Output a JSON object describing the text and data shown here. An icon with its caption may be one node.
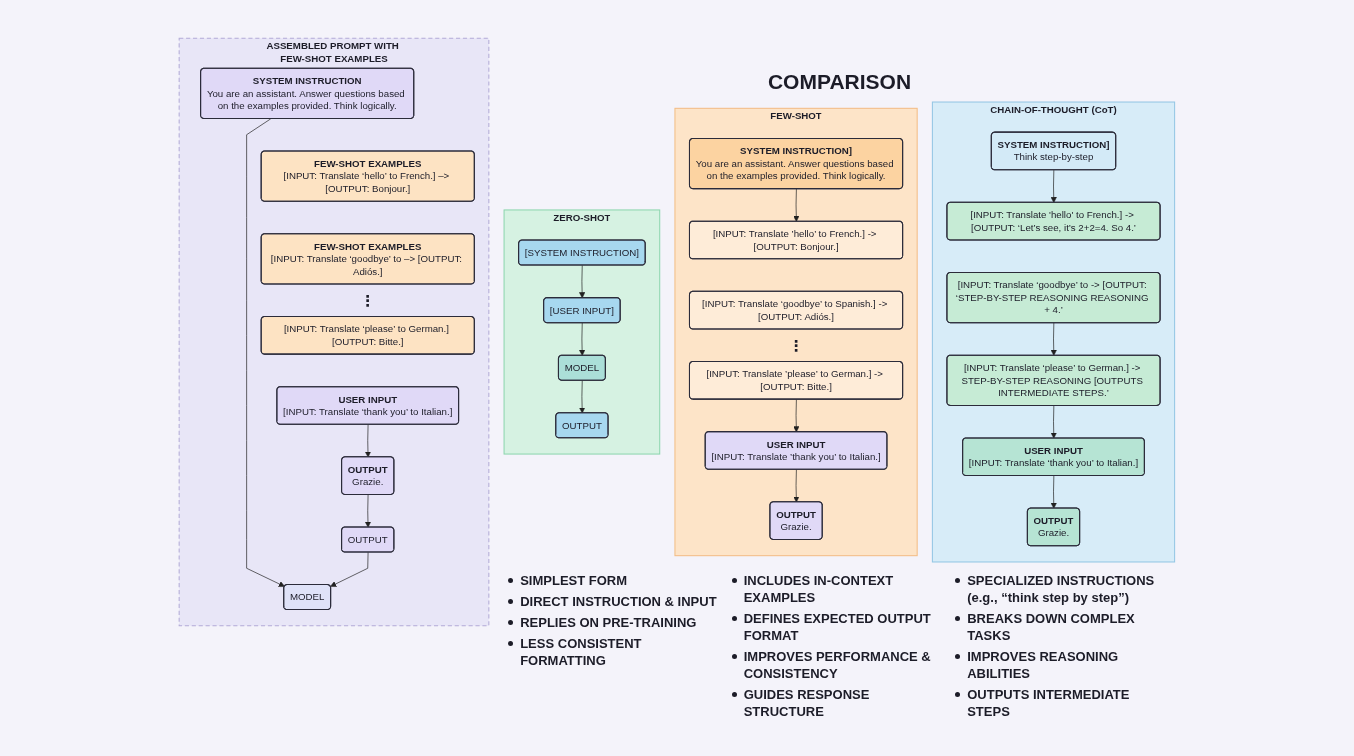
{
  "diagram": {
    "nodes": [
      {
        "text": [
          "ASSEMBLED PROMPT WITH FEW-SHOT EXAMPLES"
        ]
      },
      {
        "text": [
          "SYSTEM INSTRUCTION",
          "You are an assistant. Answer questions based on the examples provided. Think logically."
        ],
        "in": 0
      },
      {
        "text": [
          "FEW-SHOT EXAMPLES",
          "[INPUT: Translate ‘hello’ to French.] –> [OUTPUT: Bonjour.]"
        ],
        "in": 0
      },
      {
        "text": [
          "FEW-SHOT EXAMPLES",
          "[INPUT: Translate ‘goodbye’ to –> [OUTPUT: Adiós.]"
        ],
        "in": 0
      },
      {
        "text": [
          "[INPUT: Translate ‘please’ to German.] [OUTPUT: Bitte.]"
        ],
        "in": 0
      },
      {
        "text": [
          "USER INPUT",
          "[INPUT: Translate ‘thank you’ to Italian.]"
        ],
        "in": 0
      },
      {
        "text": [
          "OUTPUT",
          "Grazie."
        ],
        "in": 0
      },
      {
        "text": [
          "MODEL"
        ],
        "in": 0
      },
      {
        "text": [
          "OUTPUT"
        ],
        "in": 0
      },
      {
        "text": [
          "ZERO-SHOT"
        ]
      },
      {
        "text": [
          "[SYSTEM INSTRUCTION]"
        ],
        "in": 9
      },
      {
        "text": [
          "[USER INPUT]"
        ],
        "in": 9
      },
      {
        "text": [
          "MODEL"
        ],
        "in": 9
      },
      {
        "text": [
          "OUTPUT"
        ],
        "in": 9
      },
      {
        "text": [
          "FEW-SHOT"
        ]
      },
      {
        "text": [
          "SYSTEM INSTRUCTION]",
          "You are an assistant. Answer questions based on the examples provided. Think logically."
        ],
        "in": 14
      },
      {
        "text": [
          "[INPUT: Translate ’hello’ to French.] -> [OUTPUT: Bonjour.]"
        ],
        "in": 14
      },
      {
        "text": [
          "[INPUT: Translate ‘goodbye’ to Spanish.] -> [OUTPUT: Adiós.]"
        ],
        "in": 14
      },
      {
        "text": [
          "[INPUT: Translate ’please’ to German.] -> [OUTPUT: Bitte.]"
        ],
        "in": 14
      },
      {
        "text": [
          "USER INPUT",
          "[INPUT: Translate ’thank you’ to Italian.]"
        ],
        "in": 14
      },
      {
        "text": [
          "OUTPUT",
          "Grazie."
        ],
        "in": 14
      },
      {
        "text": [
          "CHAIN-OF-THOUGHT (CoT)"
        ]
      },
      {
        "text": [
          "SYSTEM INSTRUCTION]",
          "Think step-by-step"
        ],
        "in": 21
      },
      {
        "text": [
          "[INPUT: Translate 'hello' to French.] -> [OUTPUT: ‘Let’s see, it’s 2+2=4. So 4.’"
        ],
        "in": 21
      },
      {
        "text": [
          "[INPUT: Translate ‘goodbye’ to -> [OUTPUT: ‘STEP-BY-STEP REASONING REASONING + 4.’"
        ],
        "in": 21
      },
      {
        "text": [
          "[INPUT: Translate ‘please’ to German.] -> STEP-BY-STEP REASONING [OUTPUTS INTERMEDIATE STEPS.’"
        ],
        "in": 21
      },
      {
        "text": [
          "USER INPUT",
          "[INPUT: Translate ‘thank you’ to Italian.]"
        ],
        "in": 21
      },
      {
        "text": [
          "OUTPUT",
          "Grazie."
        ],
        "in": 21
      }
    ],
    "edges": [
      {
        "from": 1,
        "to": 7,
        "arrow": "to"
      },
      {
        "from": 5,
        "to": 6,
        "arrow": "to"
      },
      {
        "from": 6,
        "to": 8,
        "arrow": "to"
      },
      {
        "from": 8,
        "to": 7,
        "arrow": "to"
      },
      {
        "from": 10,
        "to": 11,
        "arrow": "to"
      },
      {
        "from": 11,
        "to": 12,
        "arrow": "to"
      },
      {
        "from": 12,
        "to": 13,
        "arrow": "to"
      },
      {
        "from": 15,
        "to": 16,
        "arrow": "to"
      },
      {
        "from": 18,
        "to": 19,
        "arrow": "to"
      },
      {
        "from": 19,
        "to": 20,
        "arrow": "to"
      },
      {
        "from": 22,
        "to": 23,
        "arrow": "to"
      },
      {
        "from": 24,
        "to": 25,
        "arrow": "to"
      },
      {
        "from": 25,
        "to": 26,
        "arrow": "to"
      },
      {
        "from": 26,
        "to": 27,
        "arrow": "to"
      }
    ],
    "labels": [
      "COMPARISON",
      "⋮",
      "⋮",
      "SIMPLEST FORM",
      "DIRECT INSTRUCTION & INPUT",
      "REPLIES ON PRE-TRAINING",
      "LESS CONSISTENT FORMATTING",
      "INCLUDES IN-CONTEXT EXAMPLES",
      "DEFINES EXPECTED OUTPUT FORMAT",
      "IMPROVES PERFORMANCE & CONSISTENCY",
      "GUIDES RESPONSE STRUCTURE",
      "SPECIALIZED INSTRUCTIONS (e.g., “think step by step”)",
      "BREAKS DOWN COMPLEX TASKS",
      "IMPROVES REASONING ABILITIES",
      "OUTPUTS INTERMEDIATE STEPS"
    ]
  }
}
